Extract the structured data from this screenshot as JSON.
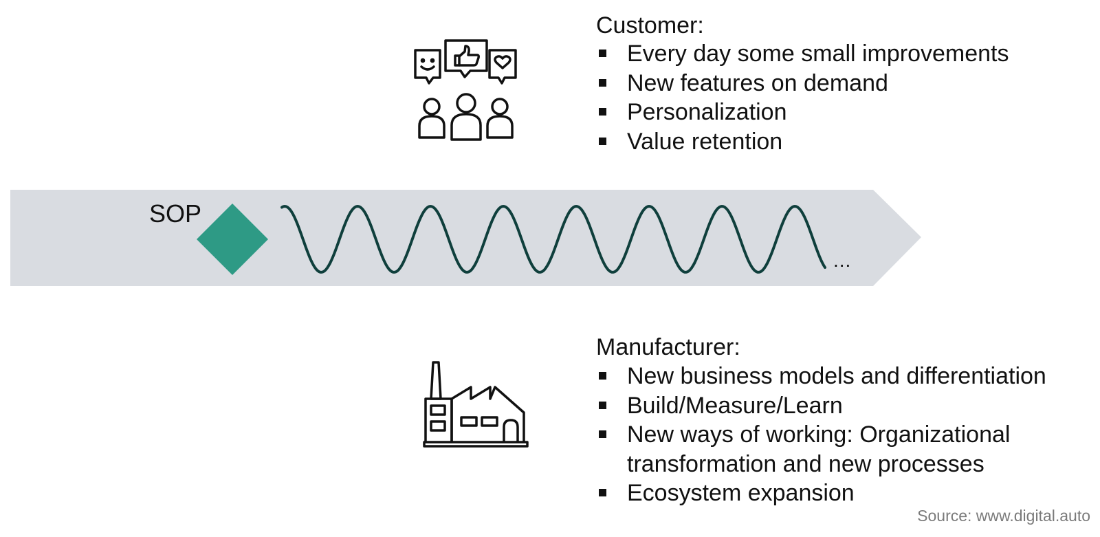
{
  "customer": {
    "title": "Customer:",
    "items": [
      "Every day some small improvements",
      "New features on demand",
      "Personalization",
      "Value retention"
    ]
  },
  "manufacturer": {
    "title": "Manufacturer:",
    "items": [
      "New business models and differentiation",
      "Build/Measure/Learn",
      "New ways of working: Organizational",
      "transformation and new processes",
      "Ecosystem expansion"
    ]
  },
  "timeline": {
    "milestone_label": "SOP",
    "continuation": "...",
    "colors": {
      "band": "#d9dce1",
      "milestone": "#2e9a85",
      "wave": "#0f3f3c"
    }
  },
  "icons": {
    "customer": "customer-feedback-icon",
    "manufacturer": "factory-icon"
  },
  "source": "Source: www.digital.auto"
}
